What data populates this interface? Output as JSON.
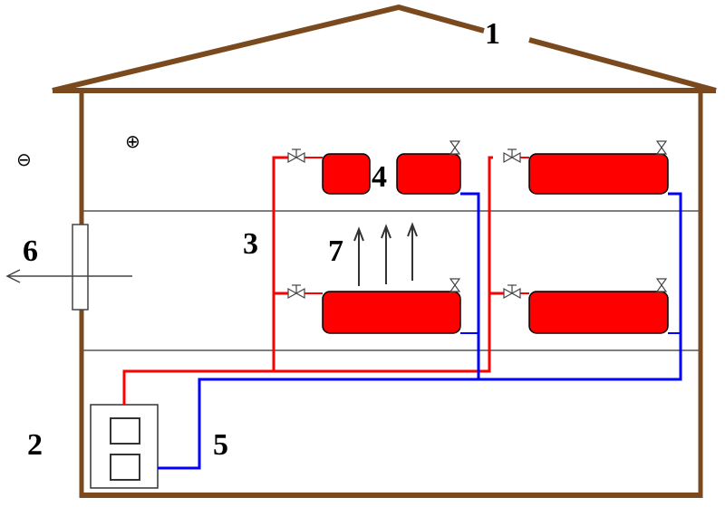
{
  "labels": {
    "roof": "1",
    "boiler": "2",
    "supply_riser": "3",
    "radiator": "4",
    "return_pipe": "5",
    "heat_loss": "6",
    "convection": "7"
  },
  "symbols": {
    "minus": "⊖",
    "plus": "⊕"
  },
  "colors": {
    "wall": "#7a4a1e",
    "supply": "#ff0000",
    "return": "#0000ff",
    "floor": "#555555"
  }
}
